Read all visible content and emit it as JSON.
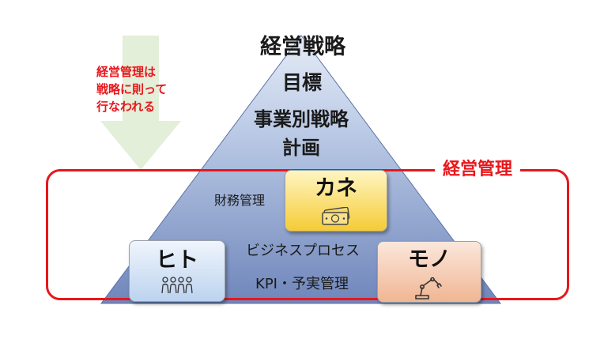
{
  "pyramid": {
    "levels": [
      {
        "label": "経営戦略"
      },
      {
        "label": "目標"
      },
      {
        "label": "事業別戦略"
      },
      {
        "label": "計画"
      }
    ],
    "financial_management": "財務管理",
    "business_process": "ビジネスプロセス",
    "kpi_budget": "KPI・予実管理"
  },
  "management_frame": {
    "label": "経営管理"
  },
  "note": {
    "lines": [
      "経営管理は",
      "戦略に則って",
      "行なわれる"
    ]
  },
  "cards": {
    "kane": {
      "title": "カネ",
      "icon": "money-icon"
    },
    "hito": {
      "title": "ヒト",
      "icon": "people-icon"
    },
    "mono": {
      "title": "モノ",
      "icon": "robot-arm-icon"
    }
  },
  "colors": {
    "pyramid_top": "#e6ecf6",
    "pyramid_bottom": "#6f86bb",
    "accent_red": "#e8161b",
    "arrow_green": "#e3efd8",
    "kane_yellow": "#f5cc36",
    "hito_blue": "#bcd3ef",
    "mono_orange": "#f0b693"
  }
}
